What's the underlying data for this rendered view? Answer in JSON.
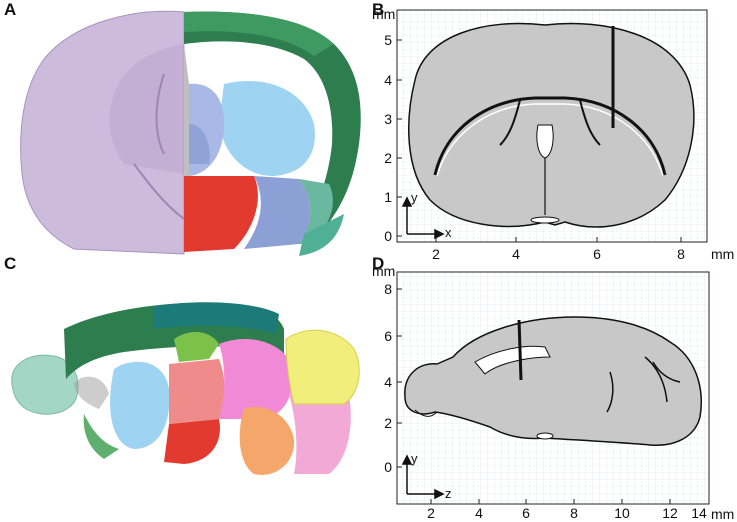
{
  "panels": {
    "a": {
      "letter": "A"
    },
    "b": {
      "letter": "B",
      "y_unit": "mm",
      "x_unit": "mm",
      "x_ticks": [
        "2",
        "4",
        "6",
        "8"
      ],
      "y_ticks": [
        "5",
        "4",
        "3",
        "2",
        "1",
        "0"
      ],
      "axis_y": "y",
      "axis_x": "x"
    },
    "c": {
      "letter": "C"
    },
    "d": {
      "letter": "D",
      "y_unit": "mm",
      "x_unit": "mm",
      "x_ticks": [
        "2",
        "4",
        "6",
        "8",
        "10",
        "12",
        "14"
      ],
      "y_ticks": [
        "8",
        "6",
        "4",
        "2",
        "0"
      ],
      "axis_y": "y",
      "axis_x": "z"
    }
  },
  "colors": {
    "cortex": "#2e7d4f",
    "striatum": "#9fd3f2",
    "thalamus": "#f18ad6",
    "hypothalamus": "#e23a2e",
    "midbrain": "#f5a76b",
    "cerebellum": "#f2ee7c",
    "brain_grey": "#c8c8c8",
    "nissl": "#c9b4d8",
    "grid": "#d4e1ee"
  }
}
